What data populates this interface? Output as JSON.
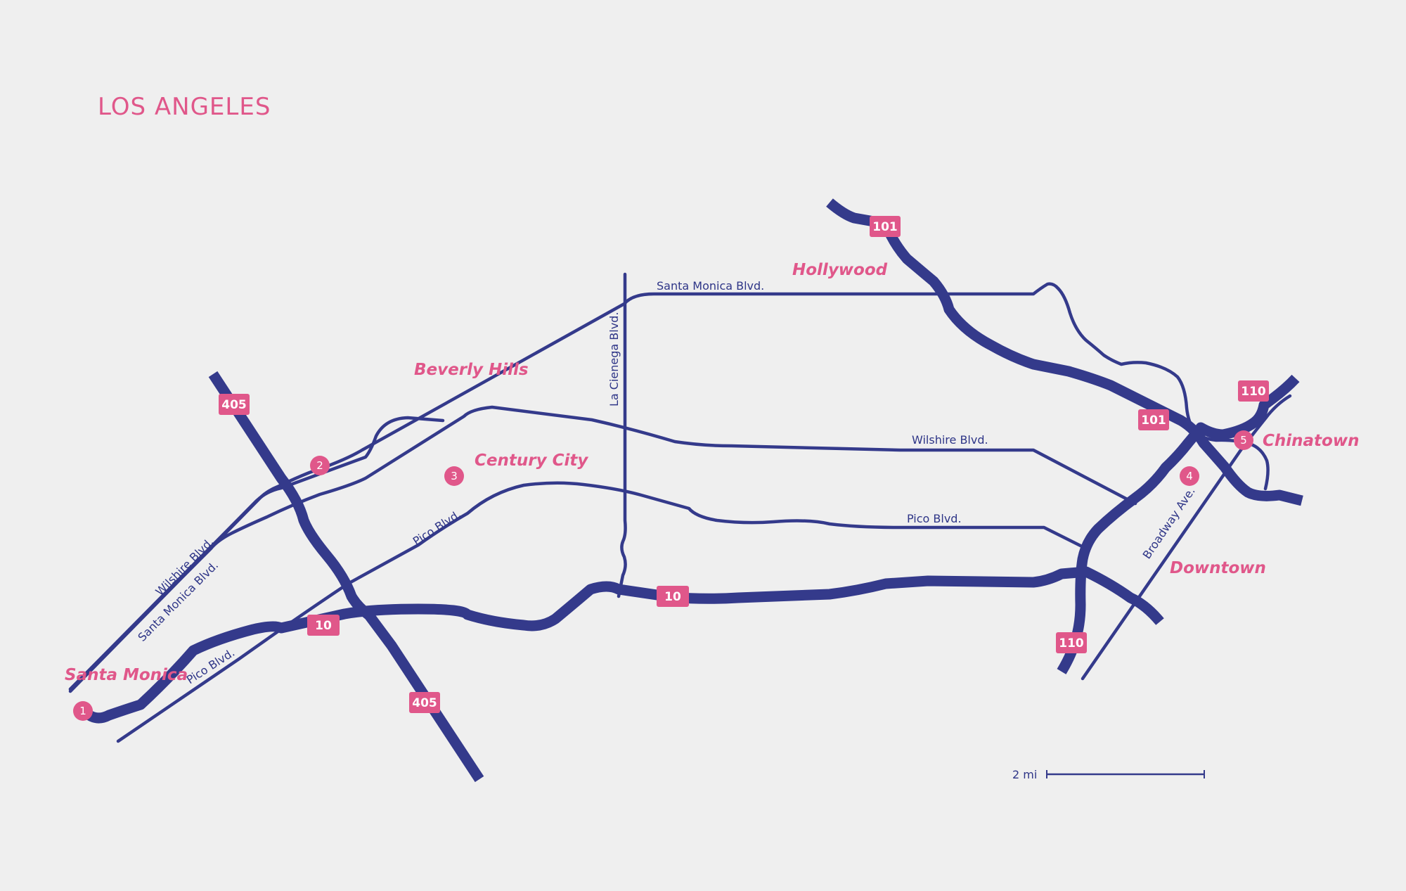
{
  "title": "LOS ANGELES",
  "colors": {
    "background": "#efefef",
    "road": "#343a8b",
    "accent": "#e0578a"
  },
  "neighborhoods": {
    "santa_monica": "Santa Monica",
    "beverly_hills": "Beverly Hills",
    "century_city": "Century City",
    "hollywood": "Hollywood",
    "chinatown": "Chinatown",
    "downtown": "Downtown"
  },
  "streets": {
    "santa_monica_blvd_top": "Santa Monica Blvd.",
    "santa_monica_blvd_west": "Santa Monica Blvd.",
    "wilshire_west": "Wilshire Blvd.",
    "wilshire_east": "Wilshire Blvd.",
    "pico_west": "Pico Blvd.",
    "pico_mid": "Pico Blvd.",
    "pico_east": "Pico Blvd.",
    "la_cienega": "La Cienega Blvd.",
    "broadway": "Broadway Ave."
  },
  "shields": {
    "i405_north": "405",
    "i405_south": "405",
    "i10_west": "10",
    "i10_mid": "10",
    "us101_north": "101",
    "us101_east": "101",
    "i110_north": "110",
    "i110_south": "110"
  },
  "markers": [
    "1",
    "2",
    "3",
    "4",
    "5"
  ],
  "scale": {
    "label": "2 mi"
  }
}
